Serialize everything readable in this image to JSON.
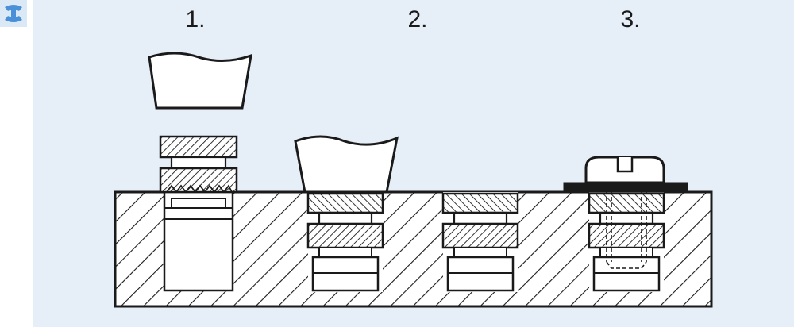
{
  "steps": [
    {
      "label": "1."
    },
    {
      "label": "2."
    },
    {
      "label": "3."
    }
  ],
  "logo": {
    "icon": "wrench-logo-icon",
    "color": "#4a90d9"
  },
  "colors": {
    "background": "#e6eef8",
    "ink": "#1a1a1a",
    "fill": "#ffffff"
  }
}
